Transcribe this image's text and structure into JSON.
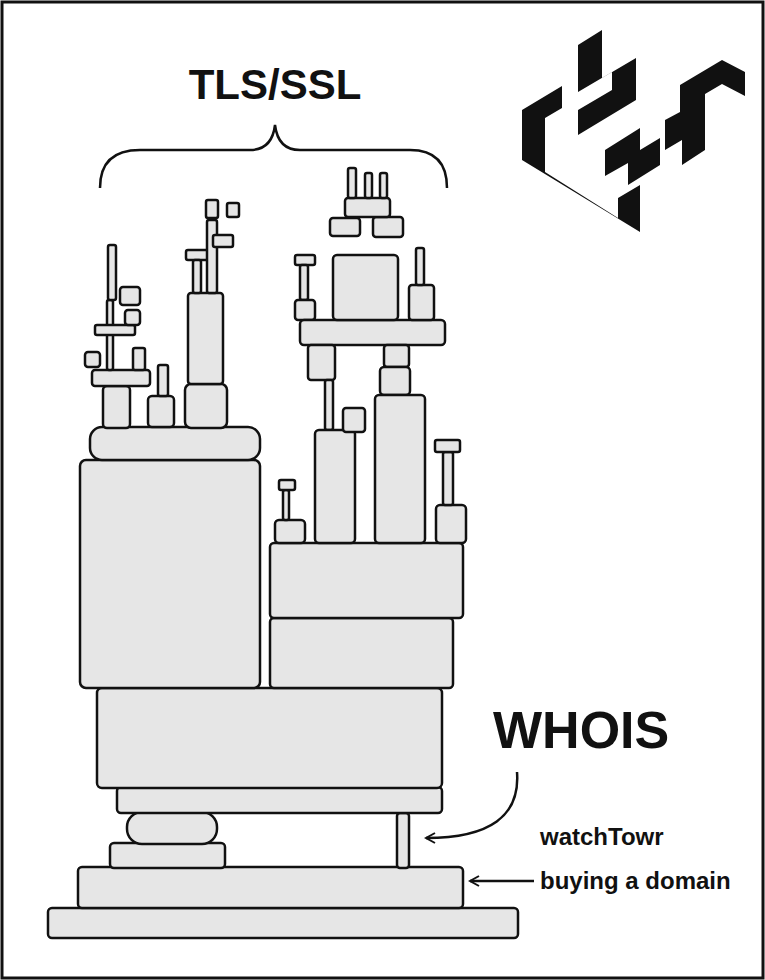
{
  "diagram": {
    "labels": [
      "TLS/SSL",
      "WHOIS",
      "watchTowr buying a domain"
    ]
  }
}
